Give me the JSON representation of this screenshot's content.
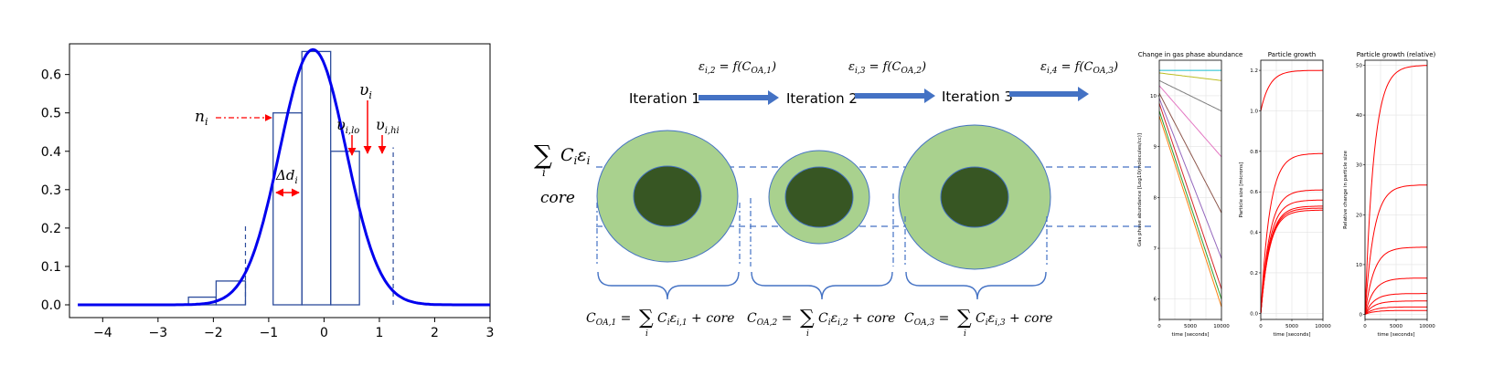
{
  "colors": {
    "curve": "#0000ee",
    "hist": "#2c4c9c",
    "marker": "#ff0000",
    "arrow": "#4472c4",
    "particle_outer": "#a9d18e",
    "particle_core": "#375623",
    "guide": "#4472c4"
  },
  "left_plot": {
    "xticks": [
      "−4",
      "−3",
      "−2",
      "−1",
      "0",
      "1",
      "2",
      "3"
    ],
    "yticks": [
      "0.0",
      "0.1",
      "0.2",
      "0.3",
      "0.4",
      "0.5",
      "0.6"
    ],
    "labels": {
      "n_i": "n",
      "n_i_sub": "i",
      "delta_d": "Δd",
      "delta_d_sub": "i",
      "v_i": "υ",
      "v_i_sub": "i",
      "v_lo": "υ",
      "v_lo_sub": "i,lo",
      "v_hi": "υ",
      "v_hi_sub": "i,hi"
    },
    "chart_data": {
      "type": "line",
      "xlim": [
        -4.6,
        3.0
      ],
      "ylim": [
        0,
        0.68
      ],
      "curve": {
        "mean": -0.2,
        "sd": 0.6,
        "peak": 0.665
      },
      "bins": [
        {
          "x0": -2.45,
          "x1": -1.95,
          "height": 0.02
        },
        {
          "x0": -1.95,
          "x1": -1.42,
          "height": 0.062
        },
        {
          "x0": -0.92,
          "x1": -0.4,
          "height": 0.5
        },
        {
          "x0": -0.4,
          "x1": 0.12,
          "height": 0.66
        },
        {
          "x0": 0.12,
          "x1": 0.64,
          "height": 0.4
        }
      ],
      "dashed_lines": [
        {
          "x": -1.42,
          "y0": 0.0,
          "y1": 0.205
        },
        {
          "x": 1.25,
          "y0": 0.0,
          "y1": 0.41
        }
      ]
    }
  },
  "diagram": {
    "iterations": [
      "Iteration 1",
      "Iteration 2",
      "Iteration 3"
    ],
    "epsilons": [
      {
        "lhs": "ε",
        "lhs_sub": "i,2",
        "eq": " = ",
        "fn": "f(",
        "c": "C",
        "c_sub": "OA,1",
        "close": ")"
      },
      {
        "lhs": "ε",
        "lhs_sub": "i,3",
        "eq": " = ",
        "fn": "f(",
        "c": "C",
        "c_sub": "OA,2",
        "close": ")"
      },
      {
        "lhs": "ε",
        "lhs_sub": "i,4",
        "eq": " = ",
        "fn": "f(",
        "c": "C",
        "c_sub": "OA,3",
        "close": ")"
      }
    ],
    "sum_label": {
      "sigma": "∑",
      "index": "i",
      "term": "C",
      "term_sub": "i",
      "eps": "ε",
      "eps_sub": "i",
      "core": "core"
    },
    "formulas": [
      {
        "lhs": "C",
        "lhs_sub": "OA,1",
        "eq": " = ",
        "sigma": "∑",
        "index": "i",
        "term": "C",
        "term_sub": "i",
        "eps": "ε",
        "eps_sub": "i,1",
        "tail": " + core"
      },
      {
        "lhs": "C",
        "lhs_sub": "OA,2",
        "eq": " = ",
        "sigma": "∑",
        "index": "i",
        "term": "C",
        "term_sub": "i",
        "eps": "ε",
        "eps_sub": "i,2",
        "tail": " + core"
      },
      {
        "lhs": "C",
        "lhs_sub": "OA,3",
        "eq": " = ",
        "sigma": "∑",
        "index": "i",
        "term": "C",
        "term_sub": "i",
        "eps": "ε",
        "eps_sub": "i,3",
        "tail": " + core"
      }
    ]
  },
  "small_plots": [
    {
      "title": "Change in gas phase abundance",
      "ylabel": "Gas phase abundance [Log10(molecules/cc)]",
      "xlabel": "time [seconds]",
      "yticks": [
        "6",
        "7",
        "8",
        "9",
        "10"
      ],
      "xticks": [
        "0",
        "5000",
        "10000"
      ],
      "chart_data": {
        "type": "line",
        "xlim": [
          0,
          10000
        ],
        "ylim": [
          5.6,
          10.7
        ],
        "series": [
          {
            "color": "#17becf",
            "start": 10.5,
            "end": 10.5
          },
          {
            "color": "#bcbd22",
            "start": 10.45,
            "end": 10.3
          },
          {
            "color": "#7f7f7f",
            "start": 10.3,
            "end": 9.7
          },
          {
            "color": "#e377c2",
            "start": 10.2,
            "end": 8.8
          },
          {
            "color": "#8c564b",
            "start": 10.05,
            "end": 7.7
          },
          {
            "color": "#9467bd",
            "start": 9.95,
            "end": 6.8
          },
          {
            "color": "#d62728",
            "start": 9.85,
            "end": 6.2
          },
          {
            "color": "#2ca02c",
            "start": 9.7,
            "end": 6.0
          },
          {
            "color": "#ff7f0e",
            "start": 9.6,
            "end": 5.85
          }
        ]
      }
    },
    {
      "title": "Particle growth",
      "ylabel": "Particle size [microns]",
      "xlabel": "time [seconds]",
      "yticks": [
        "0.0",
        "0.2",
        "0.4",
        "0.6",
        "0.8",
        "1.0",
        "1.2"
      ],
      "xticks": [
        "0",
        "5000",
        "10000"
      ],
      "chart_data": {
        "type": "line",
        "xlim": [
          0,
          10000
        ],
        "ylim": [
          -0.03,
          1.25
        ],
        "series": [
          {
            "color": "#ff0000",
            "start": 1.0,
            "end": 1.2
          },
          {
            "color": "#ff0000",
            "start": 0.0,
            "end": 0.79
          },
          {
            "color": "#ff0000",
            "start": 0.0,
            "end": 0.61
          },
          {
            "color": "#ff0000",
            "start": 0.0,
            "end": 0.56
          },
          {
            "color": "#ff0000",
            "start": 0.0,
            "end": 0.53
          },
          {
            "color": "#ff0000",
            "start": 0.0,
            "end": 0.52
          },
          {
            "color": "#ff0000",
            "start": 0.0,
            "end": 0.51
          }
        ]
      }
    },
    {
      "title": "Particle growth (relative)",
      "ylabel": "Relative change in particle size",
      "xlabel": "time [seconds]",
      "yticks": [
        "0",
        "10",
        "20",
        "30",
        "40",
        "50"
      ],
      "xticks": [
        "0",
        "5000",
        "10000"
      ],
      "chart_data": {
        "type": "line",
        "xlim": [
          0,
          10000
        ],
        "ylim": [
          -1,
          51
        ],
        "series": [
          {
            "color": "#ff0000",
            "start": 0,
            "end": 50
          },
          {
            "color": "#ff0000",
            "start": 0,
            "end": 26
          },
          {
            "color": "#ff0000",
            "start": 0,
            "end": 13.5
          },
          {
            "color": "#ff0000",
            "start": 0,
            "end": 7.3
          },
          {
            "color": "#ff0000",
            "start": 0,
            "end": 4.2
          },
          {
            "color": "#ff0000",
            "start": 0,
            "end": 2.7
          },
          {
            "color": "#ff0000",
            "start": 0,
            "end": 1.5
          },
          {
            "color": "#ff0000",
            "start": 0,
            "end": 0.8
          }
        ]
      }
    }
  ]
}
